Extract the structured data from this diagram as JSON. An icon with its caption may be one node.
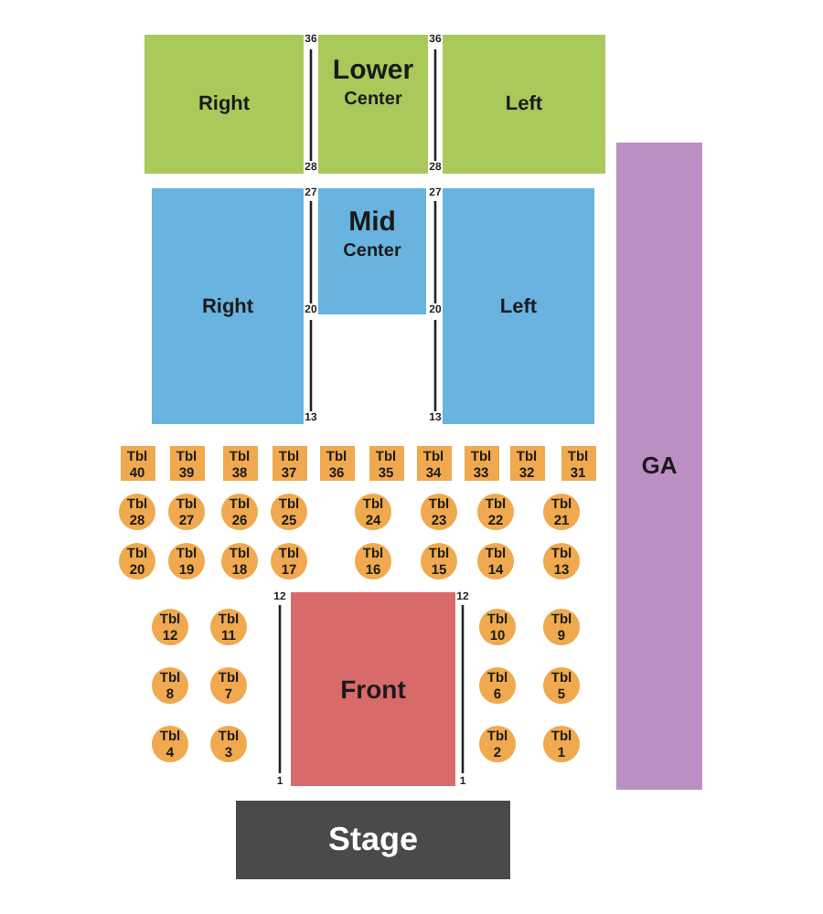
{
  "diagram": {
    "nodes": [
      {
        "text": [
          "Right"
        ]
      },
      {
        "text": [
          "Lower",
          "Center"
        ]
      },
      {
        "text": [
          "Left"
        ]
      },
      {
        "text": [
          "Right"
        ]
      },
      {
        "text": [
          "Mid",
          "Center"
        ]
      },
      {
        "text": [
          "Left"
        ]
      },
      {
        "text": [
          "GA"
        ]
      },
      {
        "text": [
          "Tbl 40"
        ]
      },
      {
        "text": [
          "Tbl 39"
        ]
      },
      {
        "text": [
          "Tbl 38"
        ]
      },
      {
        "text": [
          "Tbl 37"
        ]
      },
      {
        "text": [
          "Tbl 36"
        ]
      },
      {
        "text": [
          "Tbl 35"
        ]
      },
      {
        "text": [
          "Tbl 34"
        ]
      },
      {
        "text": [
          "Tbl 33"
        ]
      },
      {
        "text": [
          "Tbl 32"
        ]
      },
      {
        "text": [
          "Tbl 31"
        ]
      },
      {
        "text": [
          "Tbl 28"
        ]
      },
      {
        "text": [
          "Tbl 27"
        ]
      },
      {
        "text": [
          "Tbl 26"
        ]
      },
      {
        "text": [
          "Tbl 25"
        ]
      },
      {
        "text": [
          "Tbl 24"
        ]
      },
      {
        "text": [
          "Tbl 23"
        ]
      },
      {
        "text": [
          "Tbl 22"
        ]
      },
      {
        "text": [
          "Tbl 21"
        ]
      },
      {
        "text": [
          "Tbl 20"
        ]
      },
      {
        "text": [
          "Tbl 19"
        ]
      },
      {
        "text": [
          "Tbl 18"
        ]
      },
      {
        "text": [
          "Tbl 17"
        ]
      },
      {
        "text": [
          "Tbl 16"
        ]
      },
      {
        "text": [
          "Tbl 15"
        ]
      },
      {
        "text": [
          "Tbl 14"
        ]
      },
      {
        "text": [
          "Tbl 13"
        ]
      },
      {
        "text": [
          "Tbl 12"
        ]
      },
      {
        "text": [
          "Tbl 11"
        ]
      },
      {
        "text": [
          "Tbl 10"
        ]
      },
      {
        "text": [
          "Tbl 9"
        ]
      },
      {
        "text": [
          "Tbl 8"
        ]
      },
      {
        "text": [
          "Tbl 7"
        ]
      },
      {
        "text": [
          "Tbl 6"
        ]
      },
      {
        "text": [
          "Tbl 5"
        ]
      },
      {
        "text": [
          "Tbl 4"
        ]
      },
      {
        "text": [
          "Tbl 3"
        ]
      },
      {
        "text": [
          "Tbl 2"
        ]
      },
      {
        "text": [
          "Tbl 1"
        ]
      },
      {
        "text": [
          "Front"
        ]
      },
      {
        "text": [
          "Stage"
        ]
      }
    ],
    "labels": [
      "36",
      "36",
      "28",
      "28",
      "27",
      "27",
      "20",
      "20",
      "13",
      "13",
      "12",
      "12",
      "1",
      "1"
    ]
  }
}
